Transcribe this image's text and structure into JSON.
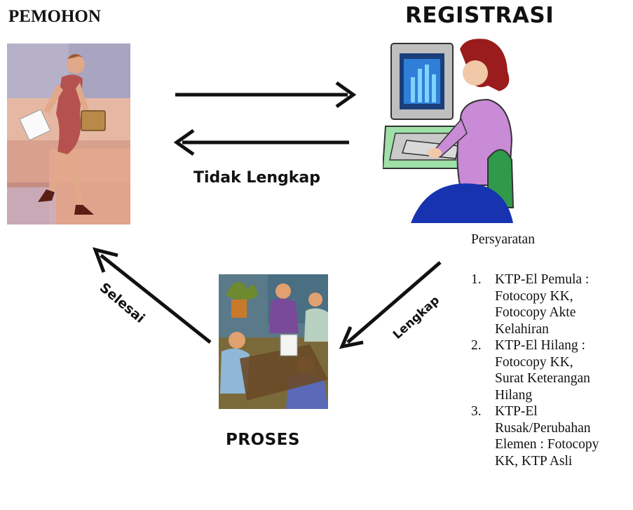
{
  "pemohon": {
    "title": "PEMOHON"
  },
  "registrasi": {
    "title": "REGISTRASI"
  },
  "proses": {
    "title": "PROSES"
  },
  "arrows": {
    "back_label": "Tidak Lengkap",
    "lengkap_label": "Lengkap",
    "selesai_label": "Selesai"
  },
  "requirements": {
    "heading": "Persyaratan",
    "items": [
      {
        "num": "1.",
        "lines": [
          "KTP-El Pemula :",
          "Fotocopy KK,",
          "Fotocopy Akte",
          "Kelahiran"
        ]
      },
      {
        "num": "2.",
        "lines": [
          "KTP-El Hilang  :",
          "Fotocopy KK,",
          "Surat Keterangan",
          "Hilang"
        ]
      },
      {
        "num": "3.",
        "lines": [
          "KTP-El",
          "Rusak/Perubahan",
          "Elemen : Fotocopy",
          "KK, KTP Asli"
        ]
      }
    ]
  },
  "colors": {
    "arrow": "#111111",
    "dress": "#b5524f",
    "shirt": "#c98ad6",
    "monitor": "#bfbfbf",
    "screen": "#2f7fd8"
  }
}
